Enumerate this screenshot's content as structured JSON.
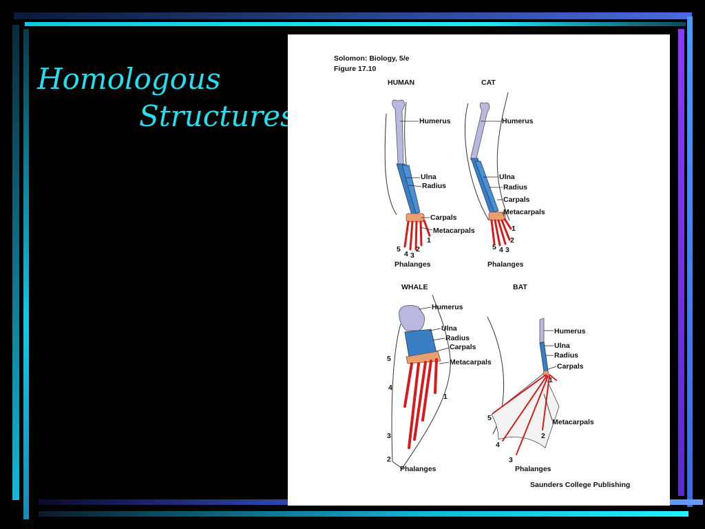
{
  "slide": {
    "title_line1": "Homologous",
    "title_line2": "Structures"
  },
  "figure": {
    "source_line1": "Solomon: Biology, 5/e",
    "source_line2": "Figure 17.10",
    "publisher": "Saunders College Publishing",
    "panels": {
      "human": {
        "header": "HUMAN",
        "humerus": "Humerus",
        "ulna": "Ulna",
        "radius": "Radius",
        "carpals": "Carpals",
        "metacarpals": "Metacarpals",
        "phalanges": "Phalanges",
        "d1": "1",
        "d2": "2",
        "d3": "3",
        "d4": "4",
        "d5": "5"
      },
      "cat": {
        "header": "CAT",
        "humerus": "Humerus",
        "ulna": "Ulna",
        "radius": "Radius",
        "carpals": "Carpals",
        "metacarpals": "Metacarpals",
        "phalanges": "Phalanges",
        "d1": "1",
        "d2": "2",
        "d3": "3",
        "d4": "4",
        "d5": "5"
      },
      "whale": {
        "header": "WHALE",
        "humerus": "Humerus",
        "ulna": "Ulna",
        "radius": "Radius",
        "carpals": "Carpals",
        "metacarpals": "Metacarpals",
        "phalanges": "Phalanges",
        "d1": "1",
        "d2": "2",
        "d3": "3",
        "d4": "4",
        "d5": "5"
      },
      "bat": {
        "header": "BAT",
        "humerus": "Humerus",
        "ulna": "Ulna",
        "radius": "Radius",
        "carpals": "Carpals",
        "metacarpals": "Metacarpals",
        "phalanges": "Phalanges",
        "d1": "1",
        "d2": "2",
        "d3": "3",
        "d4": "4",
        "d5": "5"
      }
    }
  },
  "colors": {
    "title": "#22e0f0",
    "humerus": "#b8b8e0",
    "forearm": "#3a7fc4",
    "carpals": "#e8a070",
    "digits": "#d81a1a"
  }
}
